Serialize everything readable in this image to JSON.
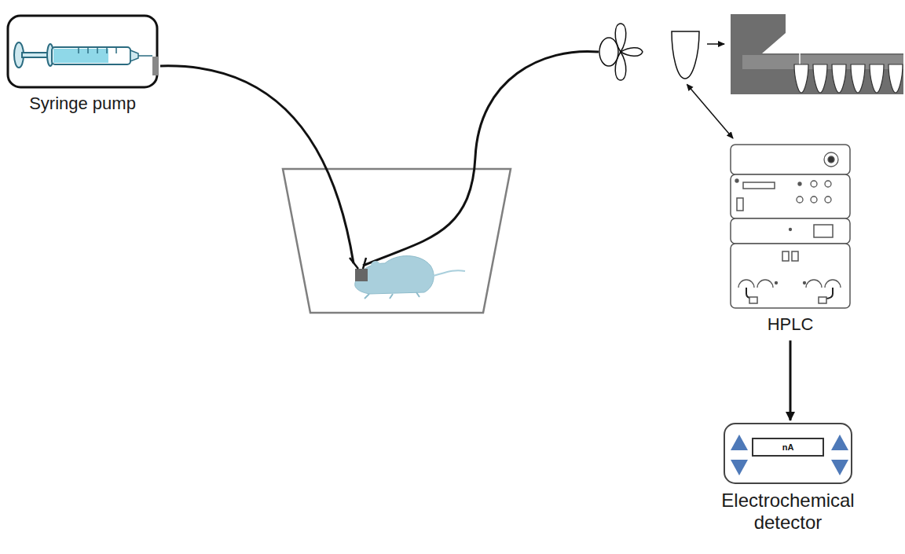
{
  "diagram": {
    "nodes": [
      {
        "text": [
          "Syringe pump"
        ]
      },
      {
        "text": [
          "HPLC"
        ]
      },
      {
        "text": [
          "nA",
          "Electrochemical detector"
        ]
      }
    ],
    "edges": [
      {
        "from": 1,
        "to": 2,
        "arrow": "to"
      }
    ]
  }
}
